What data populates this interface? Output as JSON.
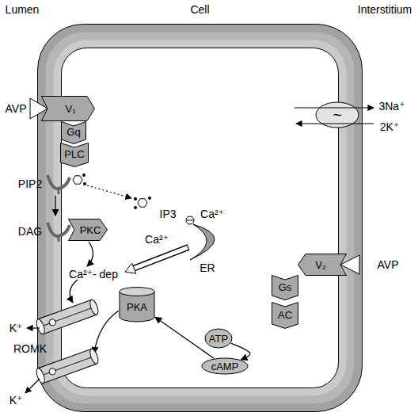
{
  "diagram": {
    "nodes": [
      {
        "text": [
          "Cell"
        ]
      },
      {
        "text": [
          "V₁"
        ],
        "in": 0
      },
      {
        "text": [
          "~"
        ],
        "in": 0
      },
      {
        "text": [
          "Gq"
        ],
        "in": 0
      },
      {
        "text": [
          "PLC"
        ],
        "in": 0
      },
      {
        "text": [
          "PKC"
        ],
        "in": 0
      },
      {
        "text": [
          "V₂"
        ],
        "in": 0
      },
      {
        "text": [
          "Gs"
        ],
        "in": 0
      },
      {
        "text": [
          "PKA"
        ],
        "in": 0
      },
      {
        "text": [
          "AC"
        ],
        "in": 0
      },
      {
        "text": [
          "ATP"
        ],
        "in": 0
      },
      {
        "text": [
          "cAMP"
        ],
        "in": 0
      }
    ],
    "edges": [
      {
        "from": 10,
        "to": 11,
        "arrow": "to"
      },
      {
        "from": 11,
        "to": 8,
        "arrow": "to"
      }
    ],
    "labels": [
      "Lumen",
      "Interstitium",
      "AVP",
      "3Na⁺",
      "2K⁺",
      "PIP2",
      "IP3",
      "Ca²⁺",
      "Ca²⁺",
      "DAG",
      "ER",
      "Ca²⁺- dep",
      "K⁺",
      "ROMK",
      "AVP",
      "K⁺"
    ]
  }
}
